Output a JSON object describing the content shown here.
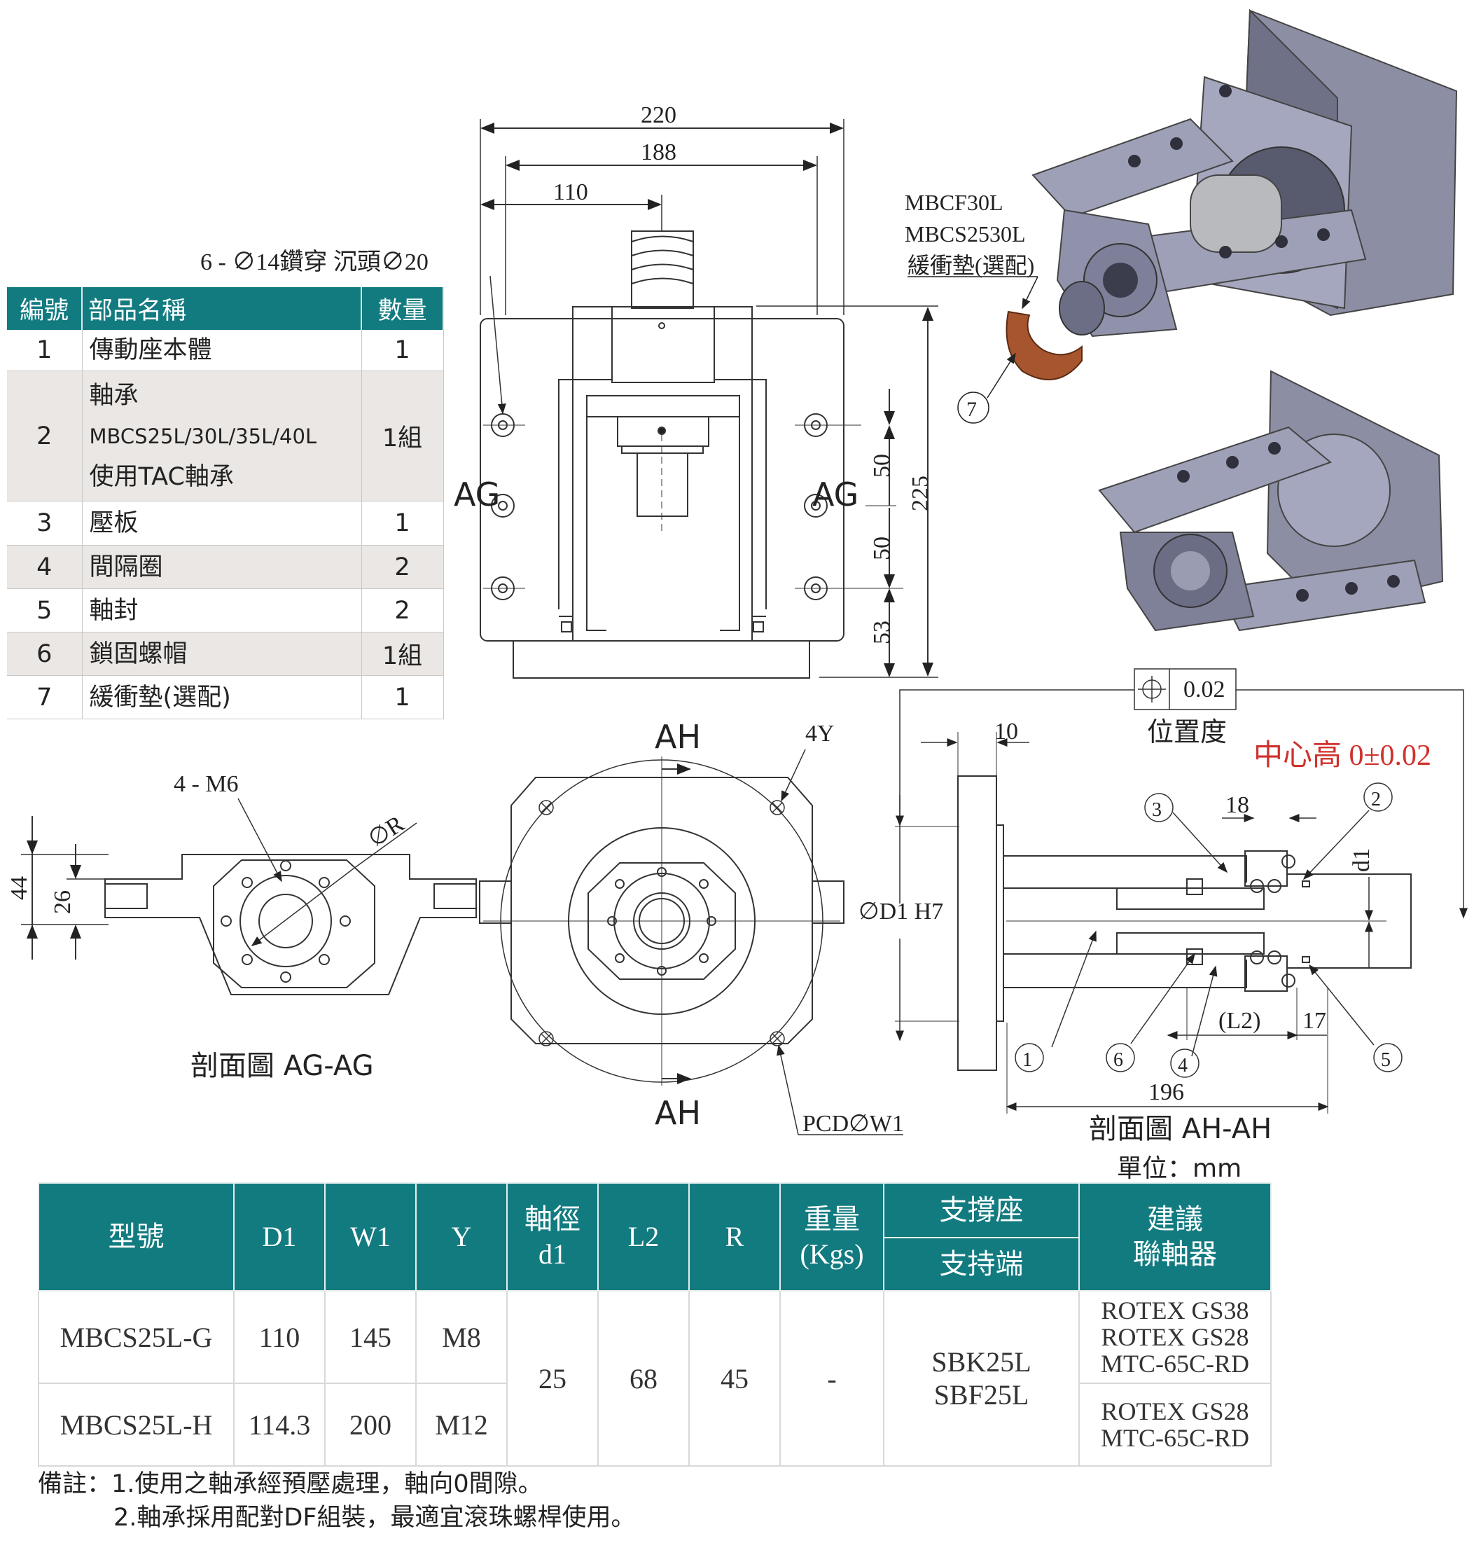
{
  "parts_table": {
    "headers": {
      "no": "編號",
      "name": "部品名稱",
      "qty": "數量"
    },
    "rows": [
      {
        "no": "1",
        "name": "傳動座本體",
        "qty": "1"
      },
      {
        "no": "2",
        "name": "軸承",
        "name2": "MBCS25L/30L/35L/40L",
        "name3": "使用TAC軸承",
        "qty": "1組"
      },
      {
        "no": "3",
        "name": "壓板",
        "qty": "1"
      },
      {
        "no": "4",
        "name": "間隔圈",
        "qty": "2"
      },
      {
        "no": "5",
        "name": "軸封",
        "qty": "2"
      },
      {
        "no": "6",
        "name": "鎖固螺帽",
        "qty": "1組"
      },
      {
        "no": "7",
        "name": "緩衝墊(選配)",
        "qty": "1"
      }
    ]
  },
  "top_view": {
    "dim_220": "220",
    "dim_188": "188",
    "dim_110": "110",
    "hole_note": "6 - ∅14鑽穿 沉頭∅20",
    "dim_50a": "50",
    "dim_50b": "50",
    "dim_53": "53",
    "dim_225": "225",
    "section_left": "AG",
    "section_right": "AG"
  },
  "iso_labels": {
    "line1": "MBCF30L",
    "line2": "MBCS2530L",
    "line3": "緩衝墊(選配)",
    "balloon": "7"
  },
  "section_ag": {
    "dim_44": "44",
    "dim_26": "26",
    "thread": "4 - M6",
    "radius": "∅R",
    "title": "剖面圖 AG-AG"
  },
  "front_view": {
    "section_top": "AH",
    "section_bottom": "AH",
    "tap": "4Y",
    "pcd": "PCD∅W1"
  },
  "section_ah": {
    "tolerance_value": "0.02",
    "tolerance_label": "位置度",
    "center_height": "中心高 0±0.02",
    "dim_10": "10",
    "dim_18": "18",
    "dim_d1": "d1",
    "dim_D1": "∅D1 H7",
    "dim_L2": "(L2)",
    "dim_17": "17",
    "dim_196": "196",
    "balloons": [
      "1",
      "2",
      "3",
      "4",
      "5",
      "6"
    ],
    "title": "剖面圖 AH-AH",
    "unit": "單位：mm"
  },
  "spec_table": {
    "headers": {
      "model": "型號",
      "D1": "D1",
      "W1": "W1",
      "Y": "Y",
      "d1a": "軸徑",
      "d1b": "d1",
      "L2": "L2",
      "R": "R",
      "weight_a": "重量",
      "weight_b": "(Kgs)",
      "support": "支撐座",
      "support_end": "支持端",
      "coupling_a": "建議",
      "coupling_b": "聯軸器"
    },
    "rows": [
      {
        "model": "MBCS25L-G",
        "D1": "110",
        "W1": "145",
        "Y": "M8",
        "coupling": [
          "ROTEX  GS38",
          "ROTEX  GS28",
          "MTC-65C-RD"
        ]
      },
      {
        "model": "MBCS25L-H",
        "D1": "114.3",
        "W1": "200",
        "Y": "M12",
        "coupling": [
          "ROTEX  GS28",
          "MTC-65C-RD"
        ]
      }
    ],
    "shared": {
      "d1": "25",
      "L2": "68",
      "R": "45",
      "weight": "-",
      "support_line1": "SBK25L",
      "support_line2": "SBF25L"
    }
  },
  "notes": {
    "line1": "備註：1.使用之軸承經預壓處理，軸向0間隙。",
    "line2": "2.軸承採用配對DF組裝，最適宜滾珠螺桿使用。"
  }
}
